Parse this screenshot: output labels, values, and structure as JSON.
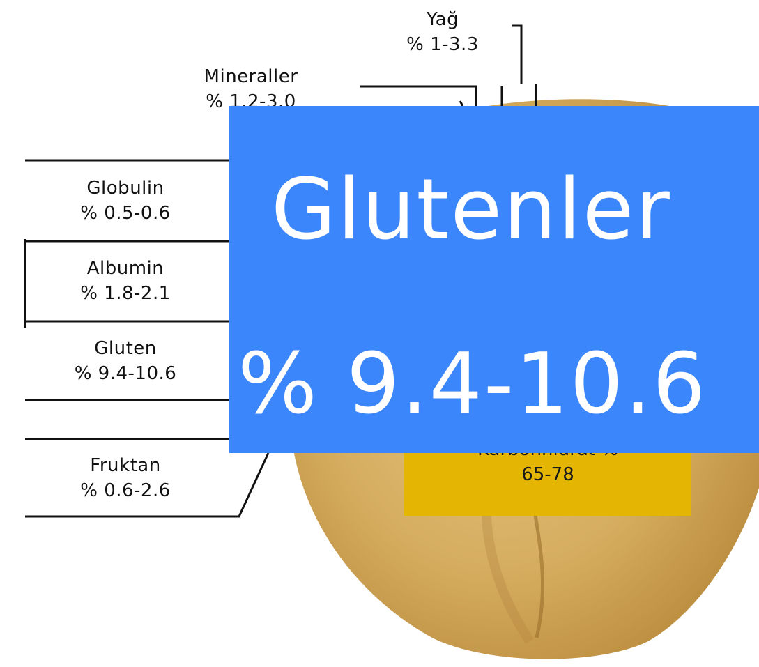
{
  "diagram": {
    "labels": {
      "yag": {
        "name": "Yağ",
        "value": "% 1-3.3"
      },
      "mineraller": {
        "name": "Mineraller",
        "value": "% 1.2-3.0"
      },
      "globulin": {
        "name": "Globulin",
        "value": "% 0.5-0.6"
      },
      "albumin": {
        "name": "Albumin",
        "value": "% 1.8-2.1"
      },
      "gluten": {
        "name": "Gluten",
        "value": "% 9.4-10.6"
      },
      "fruktan": {
        "name": "Fruktan",
        "value": "% 0.6-2.6"
      },
      "karbonhidrat": {
        "name": "Karbonhidrat %",
        "value": "65-78"
      }
    },
    "colors": {
      "grain": "#d9b66a",
      "carb_box": "#e4b503",
      "overlay": "#3b86fb"
    }
  },
  "overlay": {
    "line1": "Glutenler",
    "line2": "% 9.4-10.6"
  }
}
